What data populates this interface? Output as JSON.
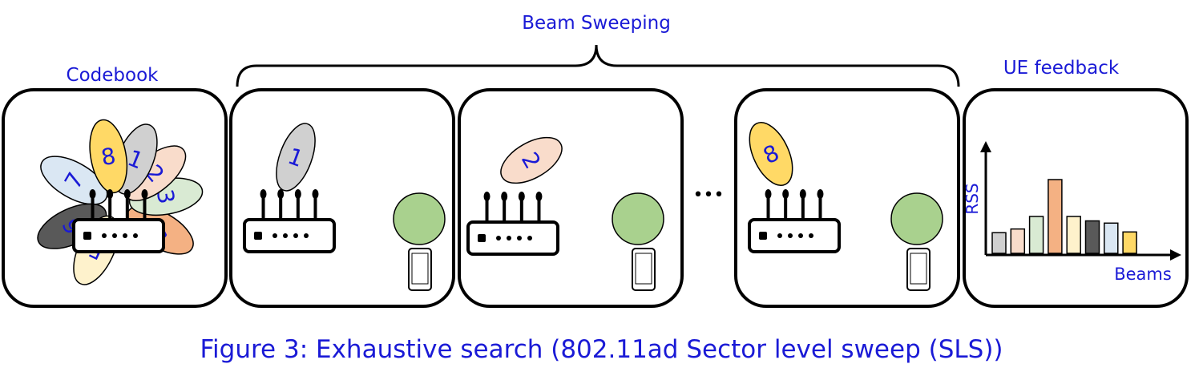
{
  "labels": {
    "codebook": "Codebook",
    "beam_sweeping": "Beam Sweeping",
    "ue_feedback": "UE feedback",
    "ellipsis": "•••",
    "axis_y": "RSS",
    "axis_x": "Beams"
  },
  "codebook_beams": [
    {
      "num": "1",
      "color": "#d0d0d0"
    },
    {
      "num": "2",
      "color": "#f9dccb"
    },
    {
      "num": "3",
      "color": "#d9ead3"
    },
    {
      "num": "4",
      "color": "#f4b183"
    },
    {
      "num": "5",
      "color": "#fef2cc"
    },
    {
      "num": "6",
      "color": "#595959"
    },
    {
      "num": "7",
      "color": "#dae7f3"
    },
    {
      "num": "8",
      "color": "#ffd966"
    }
  ],
  "sweep_panels": [
    {
      "beam": "1",
      "color": "#d0d0d0"
    },
    {
      "beam": "2",
      "color": "#f9dccb"
    },
    {
      "beam": "8",
      "color": "#ffd966"
    }
  ],
  "colors": {
    "label_blue": "#1a1ad6",
    "ue_circle": "#a9d18e"
  },
  "caption": "Figure 3: Exhaustive search (802.11ad Sector level sweep (SLS))"
}
